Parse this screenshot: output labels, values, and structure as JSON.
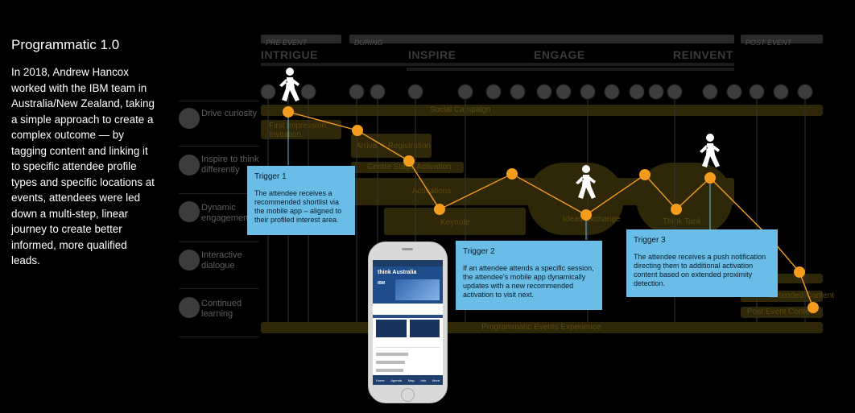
{
  "title": "Programmatic 1.0",
  "body": "In 2018, Andrew Hancox worked with the IBM team in Australia/New Zealand, taking a simple approach to create a complex outcome — by tagging content and linking it to specific attendee profile types and specific locations at events, attendees were led down a multi-step, linear journey to create better informed, more qualified leads.",
  "stages": [
    "PRE EVENT",
    "DURING",
    "POST EVENT"
  ],
  "phases": [
    "INTRIGUE",
    "INSPIRE",
    "ENGAGE",
    "REINVENT"
  ],
  "rows": [
    {
      "label": "Drive curiosity",
      "icon": "curiosity-icon"
    },
    {
      "label": "Inspire to think differently",
      "icon": "inspire-icon"
    },
    {
      "label": "Dynamic engagement",
      "icon": "engagement-icon"
    },
    {
      "label": "Interactive dialogue",
      "icon": "dialogue-icon"
    },
    {
      "label": "Continued learning",
      "icon": "learning-icon"
    }
  ],
  "tracks": {
    "social": "Social Campaign",
    "first_impression": "First Impression Invitation",
    "arrival": "Arrival + Registration",
    "centre": "Centre Stage Activation",
    "activations": "Activations",
    "keynote": "Keynote",
    "ideas": "Ideas Exchange",
    "think_tank": "Think Tank",
    "extended": "Extended Content",
    "post_event": "Post Event Content",
    "programmatic": "Programmatic Events Experience"
  },
  "triggers": [
    {
      "title": "Trigger 1",
      "text": "The attendee receives a recommended shortlist via the mobile app – aligned to their profiled interest area."
    },
    {
      "title": "Trigger 2",
      "text": "If an attendee attends a specific session, the attendee's mobile app dynamically updates with a new recommended activation to visit next."
    },
    {
      "title": "Trigger 3",
      "text": "The attendee receives a push notification directing them to additional activation content based on extended proximity detection."
    }
  ],
  "phone": {
    "app_name": "think Australia",
    "brand": "IBM",
    "tabs": [
      "Home",
      "Agenda",
      "Map",
      "Info",
      "More"
    ]
  },
  "colors": {
    "accent": "#f39c1e",
    "trigger_bg": "#69bde6",
    "track": "#2e2708"
  }
}
